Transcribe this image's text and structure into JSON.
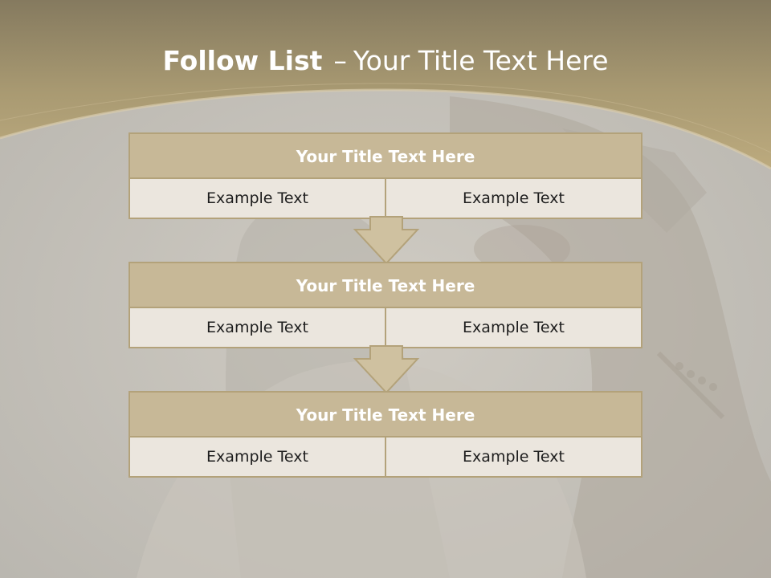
{
  "slide": {
    "title_bold": "Follow List",
    "title_separator": "–",
    "title_rest": "Your Title Text Here"
  },
  "boxes": [
    {
      "title": "Your Title Text Here",
      "left": "Example Text",
      "right": "Example Text"
    },
    {
      "title": "Your Title Text Here",
      "left": "Example Text",
      "right": "Example Text"
    },
    {
      "title": "Your Title Text Here",
      "left": "Example Text",
      "right": "Example Text"
    }
  ],
  "colors": {
    "header": "#a99a72",
    "box_title": "#c7b897",
    "box_cell": "#ebe6de",
    "border": "#b3a27a",
    "arrow_fill": "#cfc1a0"
  }
}
